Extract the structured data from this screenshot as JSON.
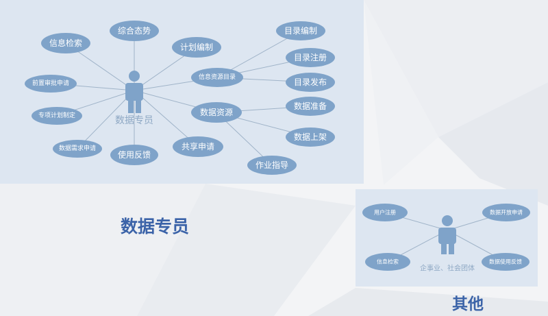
{
  "main_diagram": {
    "actor": "数据专员",
    "nodes": {
      "n0": "信息检索",
      "n1": "综合态势",
      "n2": "计划编制",
      "n3": "信息资源目录",
      "n4": "数据资源",
      "n5": "共享申请",
      "n6": "使用反馈",
      "n7": "数据需求申请",
      "n8": "专项计划制定",
      "n9": "前置审批申请",
      "n10": "目录编制",
      "n11": "目录注册",
      "n12": "目录发布",
      "n13": "数据准备",
      "n14": "数据上架",
      "n15": "作业指导"
    }
  },
  "other_diagram": {
    "actor": "企事业、社会团体",
    "nodes": {
      "m0": "用户注册",
      "m1": "数据开放申请",
      "m2": "信息检索",
      "m3": "数据使用反馈"
    }
  },
  "captions": {
    "main": "数据专员",
    "other": "其他"
  },
  "colors": {
    "node_fill": "#7fa3c9",
    "panel_bg": "#dde6f1",
    "caption": "#3b63a8"
  }
}
